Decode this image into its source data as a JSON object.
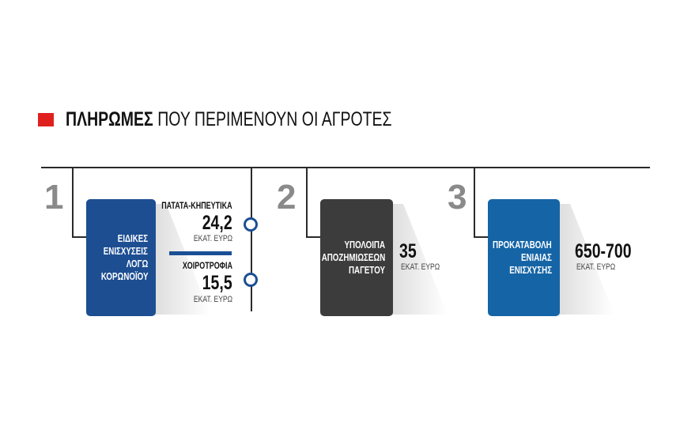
{
  "title": {
    "bold": "ΠΛΗΡΩΜΕΣ",
    "rest": "ΠΟΥ ΠΕΡΙΜΕΝΟΥΝ ΟΙ ΑΓΡΟΤΕΣ"
  },
  "colors": {
    "accent": "#e0201f",
    "blue_dark": "#1d4e92",
    "grey_box": "#3c3c3c",
    "blue_light": "#1565a6"
  },
  "items": [
    {
      "number": "1",
      "box": [
        "ΕΙΔΙΚΕΣ",
        "ΕΝΙΣΧΥΣΕΙΣ",
        "ΛΟΓΩ",
        "ΚΟΡΩΝΟΪΟΥ"
      ],
      "sub": [
        {
          "label": "ΠΑΤΑΤΑ-ΚΗΠΕΥΤΙΚΑ",
          "value": "24,2",
          "unit": "ΕΚΑΤ. ΕΥΡΩ"
        },
        {
          "label": "ΧΟΙΡΟΤΡΟΦΙΑ",
          "value": "15,5",
          "unit": "ΕΚΑΤ. ΕΥΡΩ"
        }
      ]
    },
    {
      "number": "2",
      "box": [
        "ΥΠΟΛΟΙΠΑ",
        "ΑΠΟΖΗΜΙΩΣΕΩΝ",
        "ΠΑΓΕΤΟΥ"
      ],
      "value": "35",
      "unit": "ΕΚΑΤ. ΕΥΡΩ"
    },
    {
      "number": "3",
      "box": [
        "ΠΡΟΚΑΤΑΒΟΛΗ",
        "ΕΝΙΑΙΑΣ",
        "ΕΝΙΣΧΥΣΗΣ"
      ],
      "value": "650-700",
      "unit": "ΕΚΑΤ. ΕΥΡΩ"
    }
  ]
}
